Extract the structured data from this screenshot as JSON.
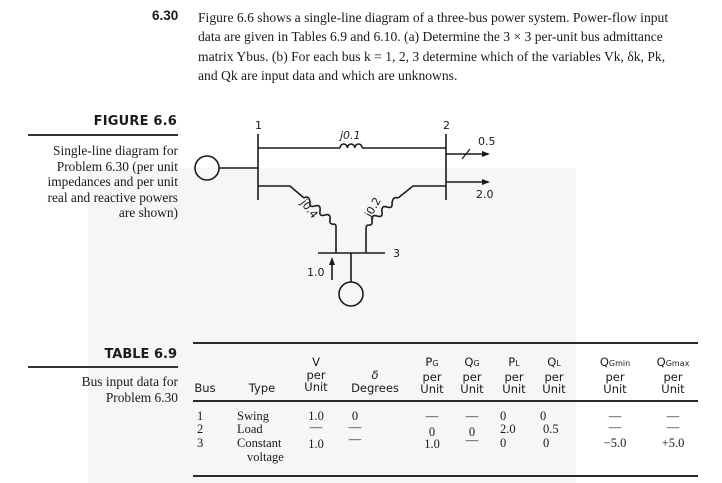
{
  "problem": {
    "number": "6.30",
    "lines": [
      "Figure 6.6 shows a single-line diagram of a three-bus power system. Power-flow input",
      "data are given in Tables 6.9 and 6.10. (a) Determine the 3 × 3 per-unit bus admittance",
      "matrix Ybus. (b) For each bus k = 1, 2, 3 determine which of the variables Vk, δk, Pk,",
      "and Qk are input data and which are unknowns."
    ]
  },
  "figure": {
    "label": "FIGURE 6.6",
    "caption": [
      "Single-line diagram for",
      "Problem 6.30 (per unit",
      "impedances and per unit",
      "real and reactive powers",
      "are shown)"
    ],
    "diagram": {
      "buses": [
        {
          "id": "1",
          "label": "1"
        },
        {
          "id": "2",
          "label": "2"
        },
        {
          "id": "3",
          "label": "3"
        }
      ],
      "lines": [
        {
          "from": "1",
          "to": "2",
          "impedance": "j0.1"
        },
        {
          "from": "1",
          "to": "3",
          "impedance": "j0.4"
        },
        {
          "from": "2",
          "to": "3",
          "impedance": "j0.2"
        }
      ],
      "loads": [
        {
          "bus": "2",
          "value": "0.5",
          "kind": "reactive"
        },
        {
          "bus": "2",
          "value": "2.0",
          "kind": "real"
        }
      ],
      "generation": [
        {
          "bus": "3",
          "value": "1.0"
        }
      ],
      "generators": [
        "bus-1",
        "bus-3"
      ]
    }
  },
  "table": {
    "label": "TABLE 6.9",
    "caption": [
      "Bus input data for",
      "Problem 6.30"
    ],
    "headers": [
      {
        "top": "",
        "mid": "",
        "bot": "Bus"
      },
      {
        "top": "",
        "mid": "",
        "bot": "Type"
      },
      {
        "top": "V",
        "mid": "per",
        "bot": "Unit"
      },
      {
        "top": "",
        "mid": "δ",
        "bot": "Degrees"
      },
      {
        "top": "P",
        "sub": "G",
        "mid": "per",
        "bot": "Unit"
      },
      {
        "top": "Q",
        "sub": "G",
        "mid": "per",
        "bot": "Unit"
      },
      {
        "top": "P",
        "sub": "L",
        "mid": "per",
        "bot": "Unit"
      },
      {
        "top": "Q",
        "sub": "L",
        "mid": "per",
        "bot": "Unit"
      },
      {
        "top": "Q",
        "sub": "Gmin",
        "mid": "per",
        "bot": "Unit"
      },
      {
        "top": "Q",
        "sub": "Gmax",
        "mid": "per",
        "bot": "Unit"
      }
    ],
    "rows": [
      {
        "bus": "1",
        "type": "Swing",
        "type2": "",
        "v": "1.0",
        "delta": "0",
        "pg": "—",
        "qg": "—",
        "pl": "0",
        "ql": "0",
        "qgmin": "—",
        "qgmax": "—"
      },
      {
        "bus": "2",
        "type": "Load",
        "type2": "",
        "v": "—",
        "delta": "—",
        "pg": "0",
        "qg": "0",
        "pl": "2.0",
        "ql": "0.5",
        "qgmin": "—",
        "qgmax": "—"
      },
      {
        "bus": "3",
        "type": "Constant",
        "type2": "voltage",
        "v": "1.0",
        "delta": "—",
        "pg": "1.0",
        "qg": "—",
        "pl": "0",
        "ql": "0",
        "qgmin": "−5.0",
        "qgmax": "+5.0"
      }
    ]
  }
}
